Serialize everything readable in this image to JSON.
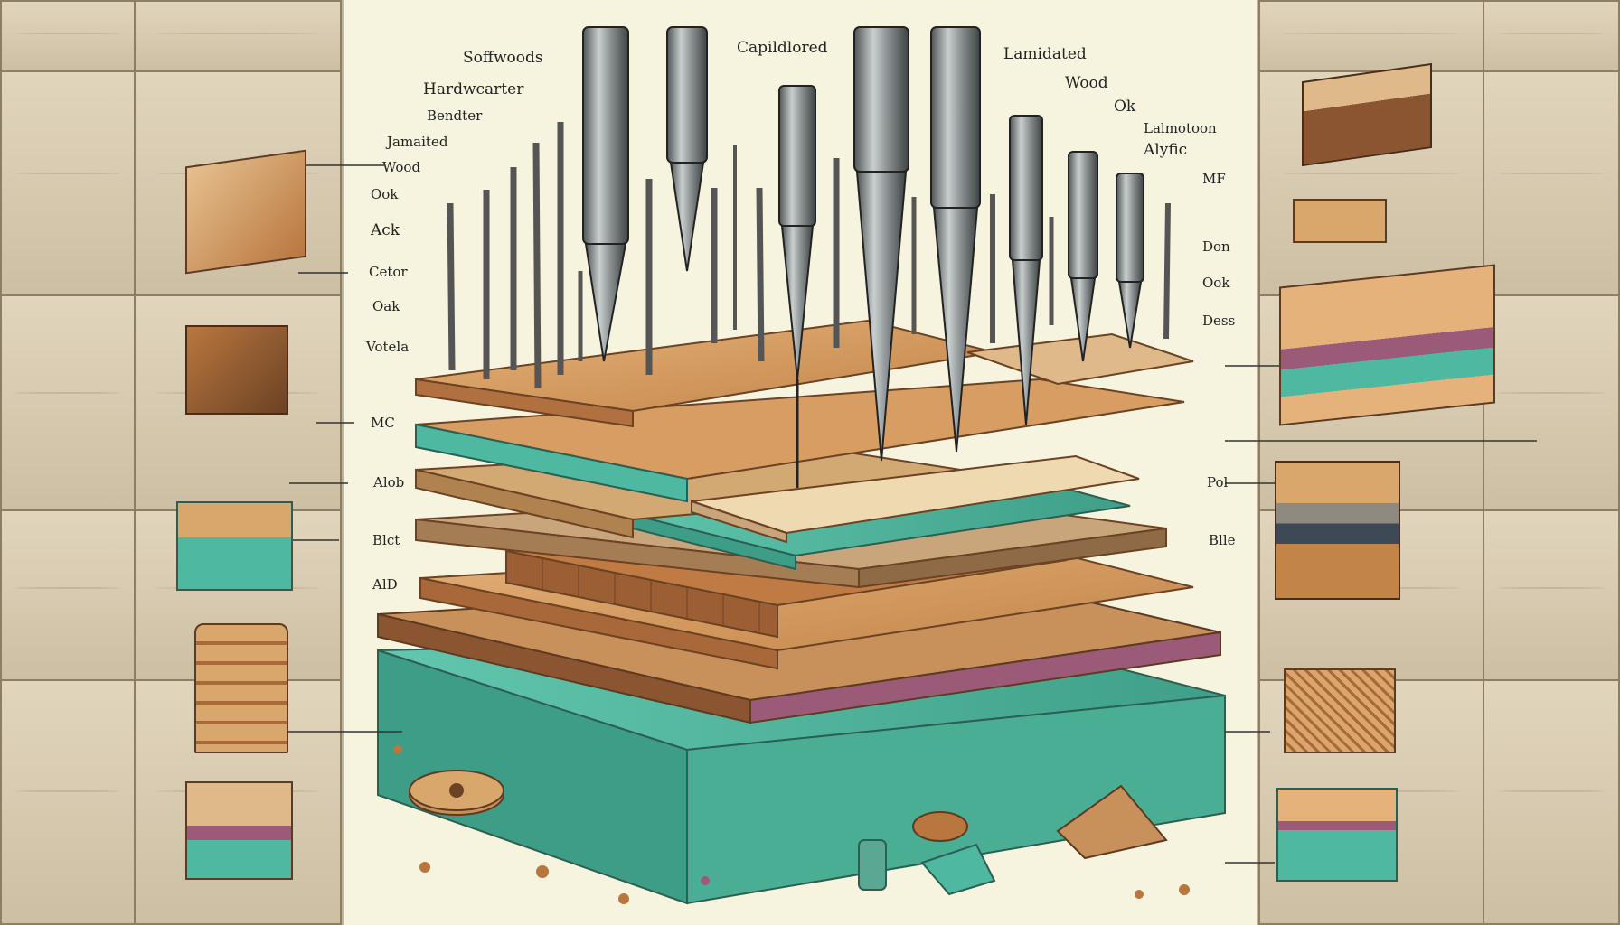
{
  "labels_left": [
    {
      "text": "Soffwoods"
    },
    {
      "text": "Hardwcarter"
    },
    {
      "text": "Bendter"
    },
    {
      "text": "Jamaited"
    },
    {
      "text": "Wood"
    },
    {
      "text": "Ook"
    },
    {
      "text": "Ack"
    },
    {
      "text": "Cetor"
    },
    {
      "text": "Oak"
    },
    {
      "text": "Votela"
    },
    {
      "text": "MC"
    },
    {
      "text": "Alob"
    },
    {
      "text": "Blct"
    },
    {
      "text": "AlD"
    }
  ],
  "labels_top": [
    {
      "text": "Capildlored"
    },
    {
      "text": "Lamidated"
    },
    {
      "text": "Wood"
    }
  ],
  "labels_right": [
    {
      "text": "Ok"
    },
    {
      "text": "Lalmotoon"
    },
    {
      "text": "Alyfic"
    },
    {
      "text": "MF"
    },
    {
      "text": "Don"
    },
    {
      "text": "Ook"
    },
    {
      "text": "Dess"
    },
    {
      "text": "Pol"
    },
    {
      "text": "Blle"
    }
  ],
  "colors": {
    "wood_light": "#d9a66b",
    "wood_mid": "#b9773f",
    "wood_dark": "#8a5530",
    "teal": "#4fb8a0",
    "mauve": "#9a5a78",
    "steel": "#8e9495",
    "paper": "#f6f3df"
  }
}
